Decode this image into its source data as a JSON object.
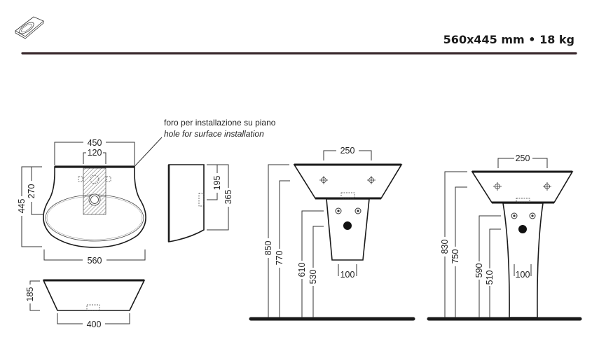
{
  "header": {
    "title": "560x445 mm • 18 kg",
    "icon": "washbasin-thumbnail-icon",
    "rule_color": "#3a2a2e"
  },
  "annotation": {
    "italian": "foro per installazione su piano",
    "english": "hole for surface installation"
  },
  "top_view": {
    "width_top": "450",
    "hole_width": "120",
    "depth": "445",
    "hole_depth": "270",
    "width": "560"
  },
  "front_view": {
    "height": "185",
    "base_width": "400"
  },
  "side_view": {
    "drain_depth": "195",
    "total_depth": "365"
  },
  "semi_pedestal": {
    "tap_spacing": "250",
    "height_rim": "850",
    "height_drain": "770",
    "height_supply": "610",
    "height_waste": "530",
    "bottom_width": "100"
  },
  "full_pedestal": {
    "tap_spacing": "250",
    "height_rim": "830",
    "height_drain": "750",
    "height_supply": "590",
    "height_waste": "510",
    "bottom_width": "100"
  }
}
